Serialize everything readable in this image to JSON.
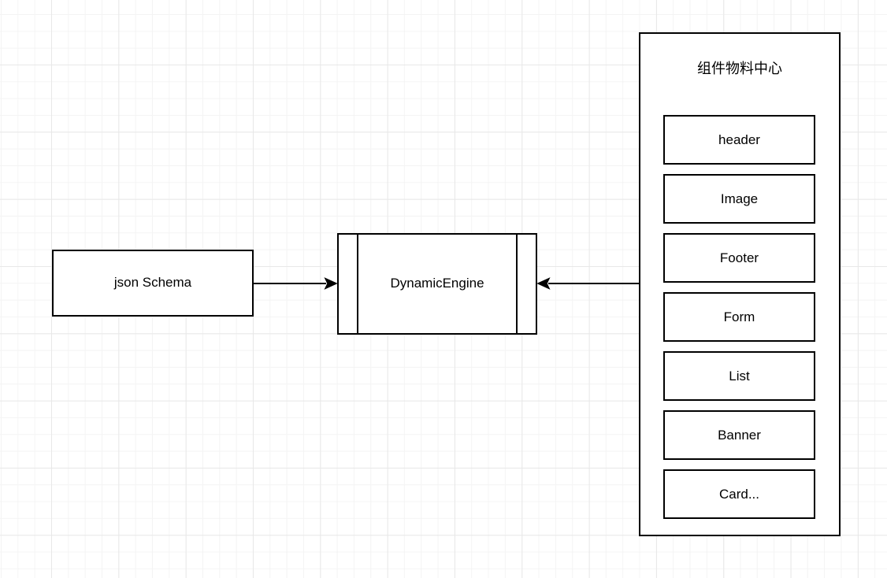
{
  "colors": {
    "stroke": "#000000",
    "fill": "#ffffff",
    "grid_minor": "#f4f4f4",
    "grid_major": "#e8e8e8",
    "canvas_bg": "#ffffff",
    "text": "#000000"
  },
  "diagram": {
    "json_schema": {
      "label": "json Schema"
    },
    "dynamic_engine": {
      "label": "DynamicEngine"
    },
    "material_center": {
      "title": "组件物料中心",
      "components": [
        "header",
        "Image",
        "Footer",
        "Form",
        "List",
        "Banner",
        "Card..."
      ]
    },
    "edges": [
      {
        "from": "json_schema",
        "to": "dynamic_engine",
        "direction": "right"
      },
      {
        "from": "material_center",
        "to": "dynamic_engine",
        "direction": "left"
      }
    ]
  }
}
